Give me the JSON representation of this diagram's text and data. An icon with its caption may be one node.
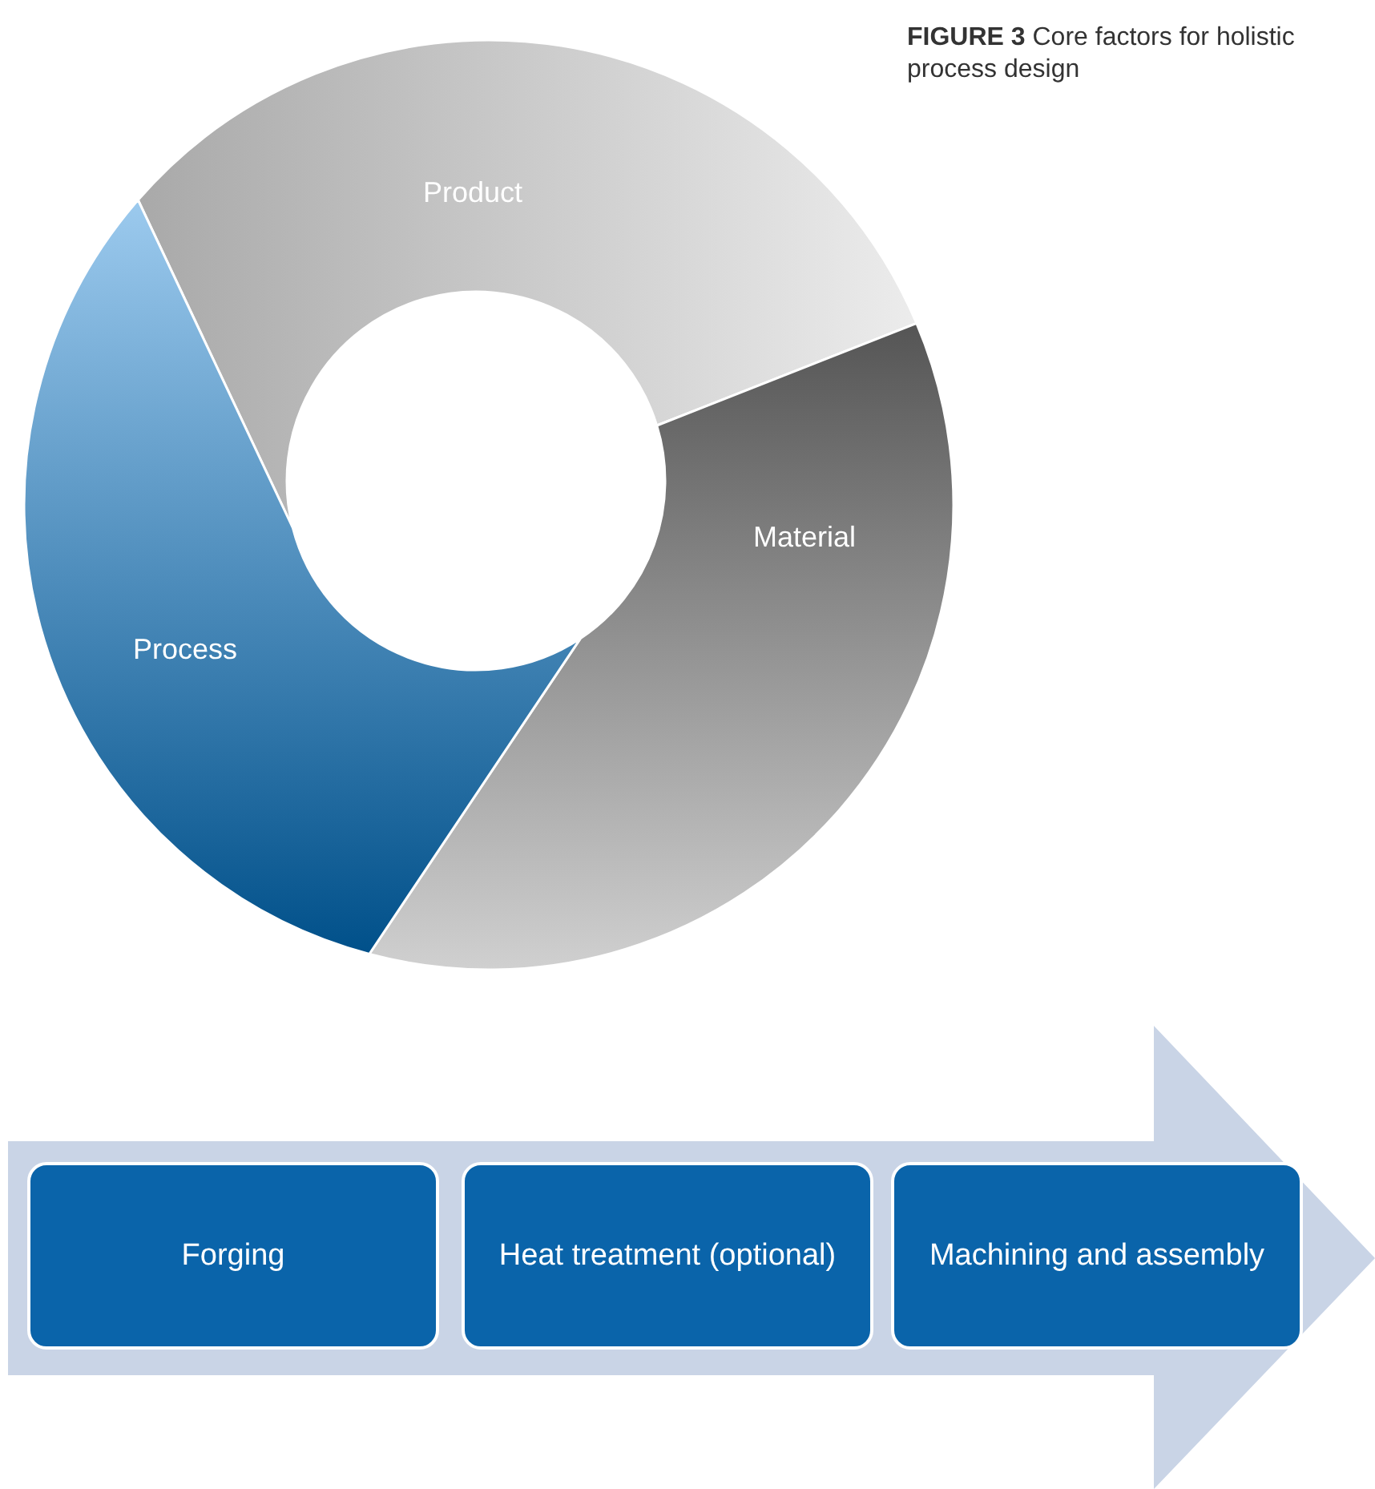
{
  "diagram": {
    "caption": "**FIGURE 3** Core factors for holistic process design",
    "nodes": [
      {
        "text": [
          "Product"
        ]
      },
      {
        "text": [
          "Material"
        ]
      },
      {
        "text": [
          "Process"
        ]
      },
      {
        "text": [],
        "shape": "arrow"
      },
      {
        "text": [
          "Forging"
        ],
        "in": 3
      },
      {
        "text": [
          "Heat treatment (optional)"
        ],
        "in": 3
      },
      {
        "text": [
          "Machining and assembly"
        ],
        "in": 3
      }
    ]
  }
}
